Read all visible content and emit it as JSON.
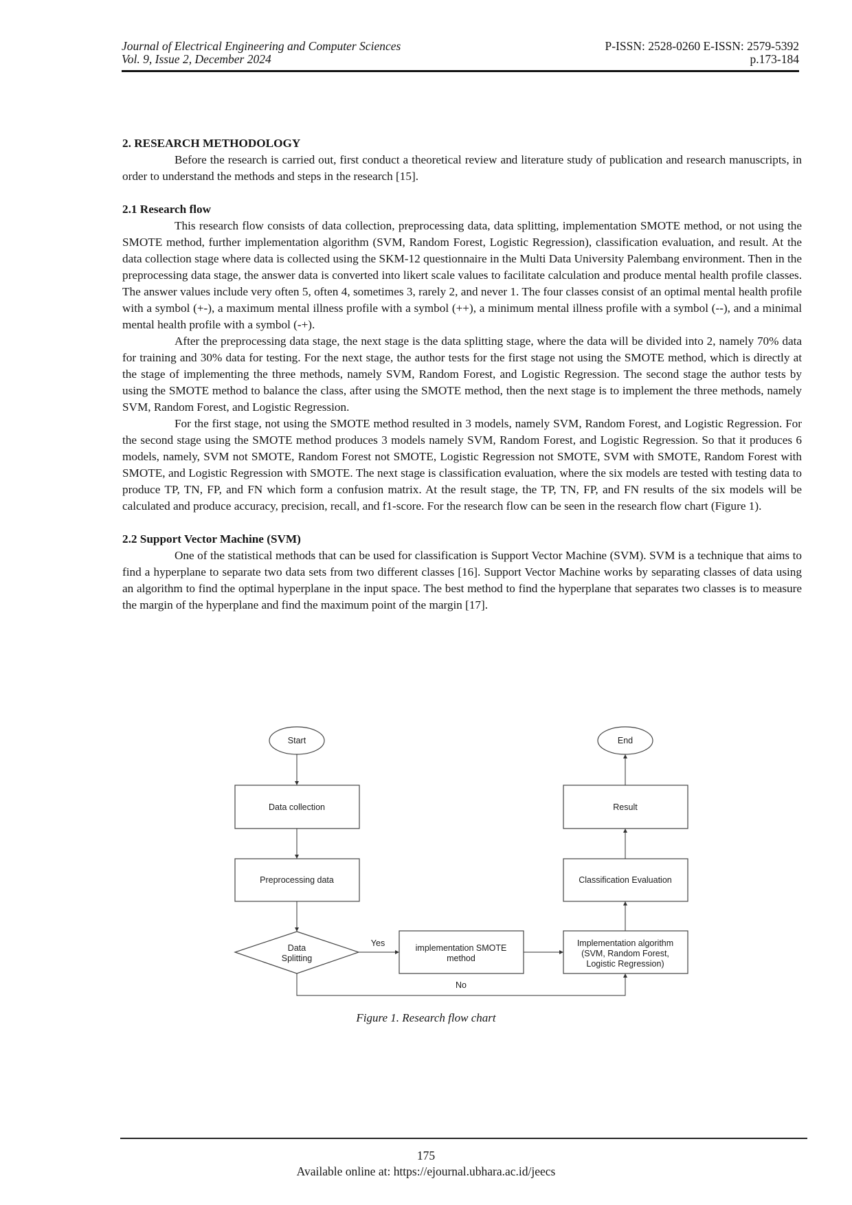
{
  "header": {
    "journal": "Journal of Electrical Engineering and Computer Sciences",
    "issn": "P-ISSN: 2528-0260 E-ISSN: 2579-5392",
    "volume": "Vol. 9, Issue 2, December 2024",
    "pages": "p.173-184"
  },
  "section2": {
    "heading": "2. RESEARCH METHODOLOGY",
    "intro": "Before the research is carried out, first conduct a theoretical review and literature study of publication and research manuscripts, in order to understand the methods and steps in the research [15]."
  },
  "section2_1": {
    "heading": "2.1 Research flow",
    "paragraphs": [
      "This research flow consists of data collection, preprocessing data, data splitting, implementation SMOTE method, or not using the SMOTE method, further implementation algorithm (SVM, Random Forest, Logistic Regression), classification evaluation, and result. At the data collection stage where data is collected using the SKM-12 questionnaire in the Multi Data University Palembang environment. Then in the preprocessing data stage, the answer data is converted into likert scale values to facilitate calculation and produce mental health profile classes. The answer values include very often 5, often 4, sometimes 3, rarely 2, and never 1. The four classes consist of an optimal mental health profile with a symbol (+-), a maximum mental illness profile with a symbol (++), a minimum mental illness profile with a symbol (--), and a minimal mental health profile with a symbol (-+).",
      "After the preprocessing data stage, the next stage is the data splitting stage, where the data will be divided into 2, namely 70% data for training and 30% data for testing. For the next stage, the author tests for the first stage not using the SMOTE method, which is directly at the stage of implementing the three methods, namely SVM, Random Forest, and Logistic Regression. The second stage the author tests by using the SMOTE method to balance the class, after using the SMOTE method, then the next stage is to implement the three methods, namely SVM, Random Forest, and Logistic Regression.",
      "For the first stage, not using the SMOTE method resulted in 3 models, namely SVM, Random Forest, and Logistic Regression. For the second stage using the SMOTE method produces 3 models namely SVM, Random Forest, and Logistic Regression. So that it produces 6 models, namely, SVM not SMOTE, Random Forest not SMOTE, Logistic Regression not SMOTE, SVM with SMOTE, Random Forest with SMOTE, and Logistic Regression with SMOTE. The next stage is classification evaluation, where the six models are tested with testing data to produce TP, TN, FP, and FN which form a confusion matrix. At the result stage, the TP, TN, FP, and FN results of the six models will be calculated and produce accuracy, precision, recall, and f1-score. For the research flow can be seen in the research flow chart (Figure 1)."
    ]
  },
  "section2_2": {
    "heading": "2.2 Support Vector Machine (SVM)",
    "paragraph": "One of the statistical methods that can be used for classification is Support Vector Machine (SVM). SVM is a technique that aims to find a hyperplane to separate two data sets from two different classes [16]. Support Vector Machine works by separating classes of data using an algorithm to find the optimal hyperplane in the input space. The best method to find the hyperplane that separates two classes is to measure the margin of the hyperplane and find the maximum point of the margin [17]."
  },
  "figure1": {
    "caption": "Figure 1. Research flow chart",
    "nodes": {
      "start": "Start",
      "end": "End",
      "data_collection": "Data collection",
      "preprocessing": "Preprocessing data",
      "splitting_line1": "Data",
      "splitting_line2": "Splitting",
      "smote_line1": "implementation SMOTE",
      "smote_line2": "method",
      "algo_line1": "Implementation algorithm",
      "algo_line2": "(SVM, Random Forest,",
      "algo_line3": "Logistic Regression)",
      "evaluation": "Classification Evaluation",
      "result": "Result"
    },
    "edges": {
      "yes": "Yes",
      "no": "No"
    }
  },
  "footer": {
    "page_number": "175",
    "availability": "Available online at: https://ejournal.ubhara.ac.id/jeecs"
  }
}
